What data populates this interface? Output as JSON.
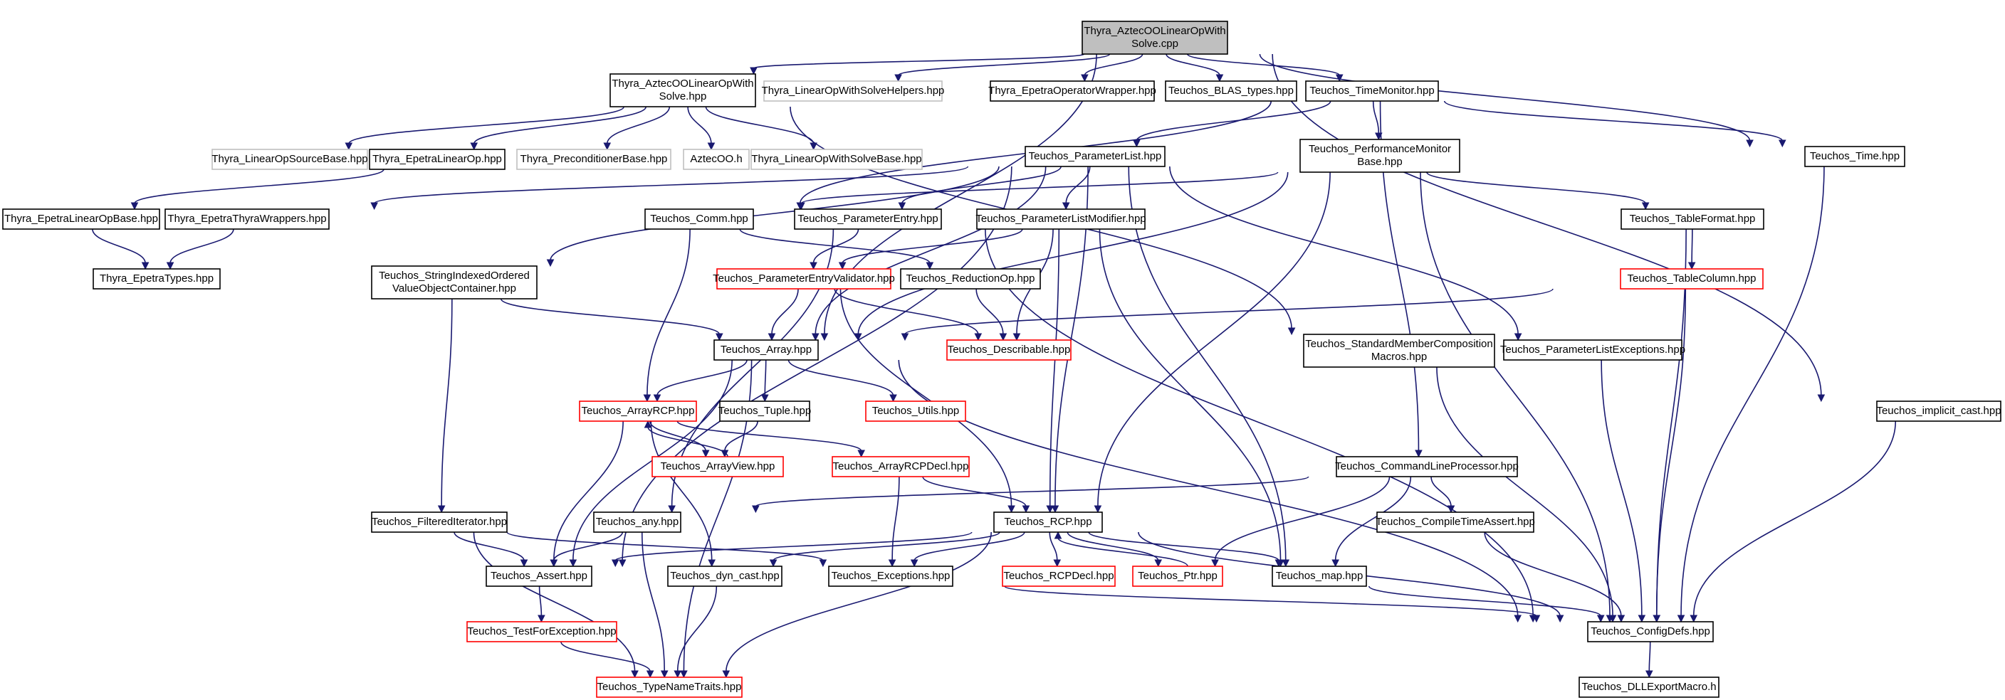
{
  "nodes": [
    {
      "id": "root",
      "lines": [
        "Thyra_AztecOOLinearOpWith",
        "Solve.cpp"
      ],
      "style": "root"
    },
    {
      "id": "aztecHpp",
      "lines": [
        "Thyra_AztecOOLinearOpWith",
        "Solve.hpp"
      ],
      "style": "black"
    },
    {
      "id": "lowsHelpers",
      "lines": [
        "Thyra_LinearOpWithSolveHelpers.hpp"
      ],
      "style": "gray"
    },
    {
      "id": "epetraOpWrap",
      "lines": [
        "Thyra_EpetraOperatorWrapper.hpp"
      ],
      "style": "black"
    },
    {
      "id": "blasTypes",
      "lines": [
        "Teuchos_BLAS_types.hpp"
      ],
      "style": "black"
    },
    {
      "id": "timeMonitor",
      "lines": [
        "Teuchos_TimeMonitor.hpp"
      ],
      "style": "black"
    },
    {
      "id": "losBase",
      "lines": [
        "Thyra_LinearOpSourceBase.hpp"
      ],
      "style": "gray"
    },
    {
      "id": "epetraLinOp",
      "lines": [
        "Thyra_EpetraLinearOp.hpp"
      ],
      "style": "black"
    },
    {
      "id": "precBase",
      "lines": [
        "Thyra_PreconditionerBase.hpp"
      ],
      "style": "gray"
    },
    {
      "id": "aztecooH",
      "lines": [
        "AztecOO.h"
      ],
      "style": "gray"
    },
    {
      "id": "lowsBase",
      "lines": [
        "Thyra_LinearOpWithSolveBase.hpp"
      ],
      "style": "gray"
    },
    {
      "id": "paramList",
      "lines": [
        "Teuchos_ParameterList.hpp"
      ],
      "style": "black"
    },
    {
      "id": "perfMon",
      "lines": [
        "Teuchos_PerformanceMonitor",
        "Base.hpp"
      ],
      "style": "black"
    },
    {
      "id": "time",
      "lines": [
        "Teuchos_Time.hpp"
      ],
      "style": "black"
    },
    {
      "id": "epetraLinOpBase",
      "lines": [
        "Thyra_EpetraLinearOpBase.hpp"
      ],
      "style": "black"
    },
    {
      "id": "epetraThyraWrap",
      "lines": [
        "Thyra_EpetraThyraWrappers.hpp"
      ],
      "style": "black"
    },
    {
      "id": "comm",
      "lines": [
        "Teuchos_Comm.hpp"
      ],
      "style": "black"
    },
    {
      "id": "paramEntry",
      "lines": [
        "Teuchos_ParameterEntry.hpp"
      ],
      "style": "black"
    },
    {
      "id": "paramListMod",
      "lines": [
        "Teuchos_ParameterListModifier.hpp"
      ],
      "style": "black"
    },
    {
      "id": "tableFormat",
      "lines": [
        "Teuchos_TableFormat.hpp"
      ],
      "style": "black"
    },
    {
      "id": "epetraTypes",
      "lines": [
        "Thyra_EpetraTypes.hpp"
      ],
      "style": "black"
    },
    {
      "id": "stringIdx",
      "lines": [
        "Teuchos_StringIndexedOrdered",
        "ValueObjectContainer.hpp"
      ],
      "style": "black"
    },
    {
      "id": "paramEntryVal",
      "lines": [
        "Teuchos_ParameterEntryValidator.hpp"
      ],
      "style": "red"
    },
    {
      "id": "reductionOp",
      "lines": [
        "Teuchos_ReductionOp.hpp"
      ],
      "style": "black"
    },
    {
      "id": "tableColumn",
      "lines": [
        "Teuchos_TableColumn.hpp"
      ],
      "style": "red"
    },
    {
      "id": "array",
      "lines": [
        "Teuchos_Array.hpp"
      ],
      "style": "black"
    },
    {
      "id": "describable",
      "lines": [
        "Teuchos_Describable.hpp"
      ],
      "style": "red"
    },
    {
      "id": "stdMember",
      "lines": [
        "Teuchos_StandardMemberComposition",
        "Macros.hpp"
      ],
      "style": "black"
    },
    {
      "id": "paramListExc",
      "lines": [
        "Teuchos_ParameterListExceptions.hpp"
      ],
      "style": "black"
    },
    {
      "id": "arrayRCP",
      "lines": [
        "Teuchos_ArrayRCP.hpp"
      ],
      "style": "red"
    },
    {
      "id": "tuple",
      "lines": [
        "Teuchos_Tuple.hpp"
      ],
      "style": "black"
    },
    {
      "id": "utils",
      "lines": [
        "Teuchos_Utils.hpp"
      ],
      "style": "red"
    },
    {
      "id": "implicitCast",
      "lines": [
        "Teuchos_implicit_cast.hpp"
      ],
      "style": "black"
    },
    {
      "id": "arrayView",
      "lines": [
        "Teuchos_ArrayView.hpp"
      ],
      "style": "red"
    },
    {
      "id": "arrayRCPDecl",
      "lines": [
        "Teuchos_ArrayRCPDecl.hpp"
      ],
      "style": "red"
    },
    {
      "id": "cmdLine",
      "lines": [
        "Teuchos_CommandLineProcessor.hpp"
      ],
      "style": "black"
    },
    {
      "id": "filteredIter",
      "lines": [
        "Teuchos_FilteredIterator.hpp"
      ],
      "style": "black"
    },
    {
      "id": "any",
      "lines": [
        "Teuchos_any.hpp"
      ],
      "style": "black"
    },
    {
      "id": "rcp",
      "lines": [
        "Teuchos_RCP.hpp"
      ],
      "style": "black"
    },
    {
      "id": "compileTimeAssert",
      "lines": [
        "Teuchos_CompileTimeAssert.hpp"
      ],
      "style": "black"
    },
    {
      "id": "assert",
      "lines": [
        "Teuchos_Assert.hpp"
      ],
      "style": "black"
    },
    {
      "id": "dynCast",
      "lines": [
        "Teuchos_dyn_cast.hpp"
      ],
      "style": "black"
    },
    {
      "id": "exceptions",
      "lines": [
        "Teuchos_Exceptions.hpp"
      ],
      "style": "black"
    },
    {
      "id": "rcpDecl",
      "lines": [
        "Teuchos_RCPDecl.hpp"
      ],
      "style": "red"
    },
    {
      "id": "ptr",
      "lines": [
        "Teuchos_Ptr.hpp"
      ],
      "style": "red"
    },
    {
      "id": "map",
      "lines": [
        "Teuchos_map.hpp"
      ],
      "style": "black"
    },
    {
      "id": "testForExc",
      "lines": [
        "Teuchos_TestForException.hpp"
      ],
      "style": "red"
    },
    {
      "id": "configDefs",
      "lines": [
        "Teuchos_ConfigDefs.hpp"
      ],
      "style": "black"
    },
    {
      "id": "typeNameTraits",
      "lines": [
        "Teuchos_TypeNameTraits.hpp"
      ],
      "style": "red"
    },
    {
      "id": "dllExport",
      "lines": [
        "Teuchos_DLLExportMacro.h"
      ],
      "style": "black"
    }
  ],
  "edges": [
    [
      "root",
      "aztecHpp"
    ],
    [
      "root",
      "lowsHelpers"
    ],
    [
      "root",
      "epetraOpWrap"
    ],
    [
      "root",
      "blasTypes"
    ],
    [
      "root",
      "timeMonitor"
    ],
    [
      "root",
      "time"
    ],
    [
      "root",
      "implicitCast"
    ],
    [
      "root",
      "array"
    ],
    [
      "aztecHpp",
      "losBase"
    ],
    [
      "aztecHpp",
      "epetraLinOp"
    ],
    [
      "aztecHpp",
      "precBase"
    ],
    [
      "aztecHpp",
      "aztecooH"
    ],
    [
      "aztecHpp",
      "lowsBase"
    ],
    [
      "aztecHpp",
      "stdMember"
    ],
    [
      "epetraLinOp",
      "epetraLinOpBase"
    ],
    [
      "epetraLinOpBase",
      "epetraTypes"
    ],
    [
      "epetraThyraWrap",
      "epetraTypes"
    ],
    [
      "timeMonitor",
      "paramList"
    ],
    [
      "timeMonitor",
      "perfMon"
    ],
    [
      "timeMonitor",
      "time"
    ],
    [
      "timeMonitor",
      "cmdLine"
    ],
    [
      "timeMonitor",
      "comm"
    ],
    [
      "paramList",
      "epetraThyraWrap"
    ],
    [
      "paramList",
      "stringIdx"
    ],
    [
      "paramList",
      "paramEntry"
    ],
    [
      "paramList",
      "paramListMod"
    ],
    [
      "paramList",
      "paramListExc"
    ],
    [
      "paramList",
      "rcp"
    ],
    [
      "paramList",
      "map"
    ],
    [
      "paramList",
      "array"
    ],
    [
      "paramList",
      "assert"
    ],
    [
      "perfMon",
      "comm"
    ],
    [
      "perfMon",
      "tableFormat"
    ],
    [
      "perfMon",
      "configDefs"
    ],
    [
      "perfMon",
      "rcp"
    ],
    [
      "perfMon",
      "array"
    ],
    [
      "time",
      "configDefs"
    ],
    [
      "comm",
      "reductionOp"
    ],
    [
      "comm",
      "arrayRCP"
    ],
    [
      "paramEntry",
      "paramEntryVal"
    ],
    [
      "paramEntry",
      "any"
    ],
    [
      "paramEntry",
      "configDefs"
    ],
    [
      "paramListMod",
      "paramEntryVal"
    ],
    [
      "paramListMod",
      "describable"
    ],
    [
      "paramListMod",
      "rcp"
    ],
    [
      "paramListMod",
      "map"
    ],
    [
      "tableFormat",
      "tableColumn"
    ],
    [
      "tableFormat",
      "configDefs"
    ],
    [
      "tableColumn",
      "array"
    ],
    [
      "tableColumn",
      "configDefs"
    ],
    [
      "stringIdx",
      "array"
    ],
    [
      "stringIdx",
      "filteredIter"
    ],
    [
      "paramEntryVal",
      "array"
    ],
    [
      "paramEntryVal",
      "describable"
    ],
    [
      "paramEntryVal",
      "rcp"
    ],
    [
      "reductionOp",
      "describable"
    ],
    [
      "array",
      "arrayRCP"
    ],
    [
      "array",
      "tuple"
    ],
    [
      "array",
      "utils"
    ],
    [
      "array",
      "assert"
    ],
    [
      "array",
      "typeNameTraits"
    ],
    [
      "array",
      "configDefs"
    ],
    [
      "stdMember",
      "configDefs"
    ],
    [
      "paramListExc",
      "configDefs"
    ],
    [
      "arrayRCP",
      "arrayView"
    ],
    [
      "arrayRCP",
      "arrayRCPDecl"
    ],
    [
      "arrayRCP",
      "assert"
    ],
    [
      "arrayRCP",
      "dynCast"
    ],
    [
      "arrayView",
      "arrayRCP"
    ],
    [
      "tuple",
      "arrayView"
    ],
    [
      "arrayRCPDecl",
      "rcp"
    ],
    [
      "arrayRCPDecl",
      "exceptions"
    ],
    [
      "cmdLine",
      "any"
    ],
    [
      "cmdLine",
      "compileTimeAssert"
    ],
    [
      "cmdLine",
      "ptr"
    ],
    [
      "cmdLine",
      "map"
    ],
    [
      "filteredIter",
      "assert"
    ],
    [
      "filteredIter",
      "exceptions"
    ],
    [
      "filteredIter",
      "typeNameTraits"
    ],
    [
      "any",
      "assert"
    ],
    [
      "any",
      "typeNameTraits"
    ],
    [
      "rcp",
      "assert"
    ],
    [
      "rcp",
      "dynCast"
    ],
    [
      "rcp",
      "exceptions"
    ],
    [
      "rcp",
      "rcpDecl"
    ],
    [
      "rcp",
      "ptr"
    ],
    [
      "rcp",
      "map"
    ],
    [
      "rcp",
      "typeNameTraits"
    ],
    [
      "rcp",
      "configDefs"
    ],
    [
      "ptr",
      "rcp"
    ],
    [
      "compileTimeAssert",
      "configDefs"
    ],
    [
      "implicitCast",
      "configDefs"
    ],
    [
      "assert",
      "testForExc"
    ],
    [
      "testForExc",
      "typeNameTraits"
    ],
    [
      "dynCast",
      "typeNameTraits"
    ],
    [
      "exceptions",
      "configDefs"
    ],
    [
      "map",
      "configDefs"
    ],
    [
      "configDefs",
      "dllExport"
    ]
  ]
}
